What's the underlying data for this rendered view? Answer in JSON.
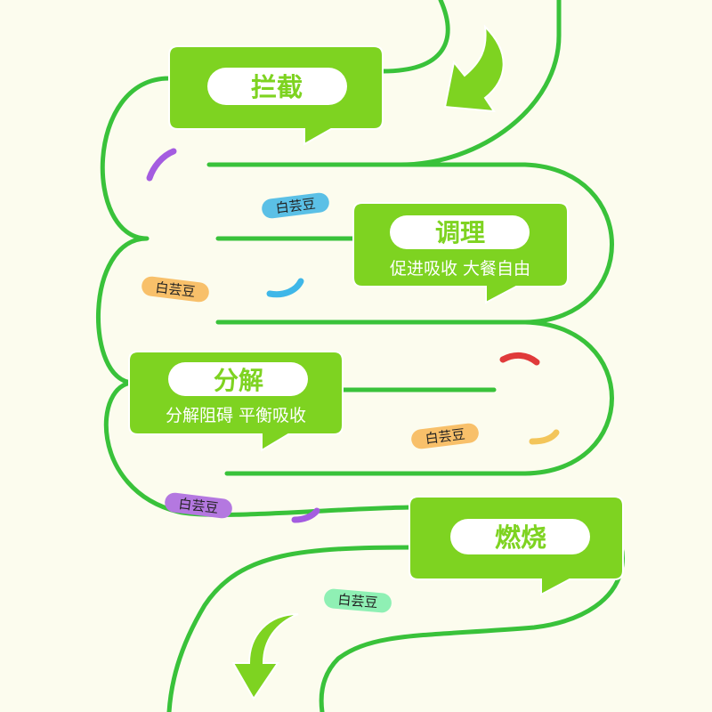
{
  "colors": {
    "background": "#fcfcee",
    "intestine_stroke": "#39c23a",
    "callout_fill": "#7ed321",
    "callout_title_text": "#7ed321",
    "arrow_fill": "#7ed321"
  },
  "stages": [
    {
      "title": "拦截",
      "subtitle": ""
    },
    {
      "title": "调理",
      "subtitle": "促进吸收 大餐自由"
    },
    {
      "title": "分解",
      "subtitle": "分解阻碍  平衡吸收"
    },
    {
      "title": "燃烧",
      "subtitle": ""
    }
  ],
  "beans": [
    {
      "label": "白芸豆",
      "color": "#5bc0e6"
    },
    {
      "label": "白芸豆",
      "color": "#f8c06a"
    },
    {
      "label": "白芸豆",
      "color": "#f8c06a"
    },
    {
      "label": "白芸豆",
      "color": "#b478e0"
    },
    {
      "label": "白芸豆",
      "color": "#8ff0b4"
    }
  ],
  "particles": [
    {
      "color": "#a45ce0"
    },
    {
      "color": "#3fb7e8"
    },
    {
      "color": "#e03a3a"
    },
    {
      "color": "#f3c55a"
    },
    {
      "color": "#a45ce0"
    }
  ],
  "icons": [
    "arrow-down-left-icon",
    "arrow-down-left-icon"
  ]
}
